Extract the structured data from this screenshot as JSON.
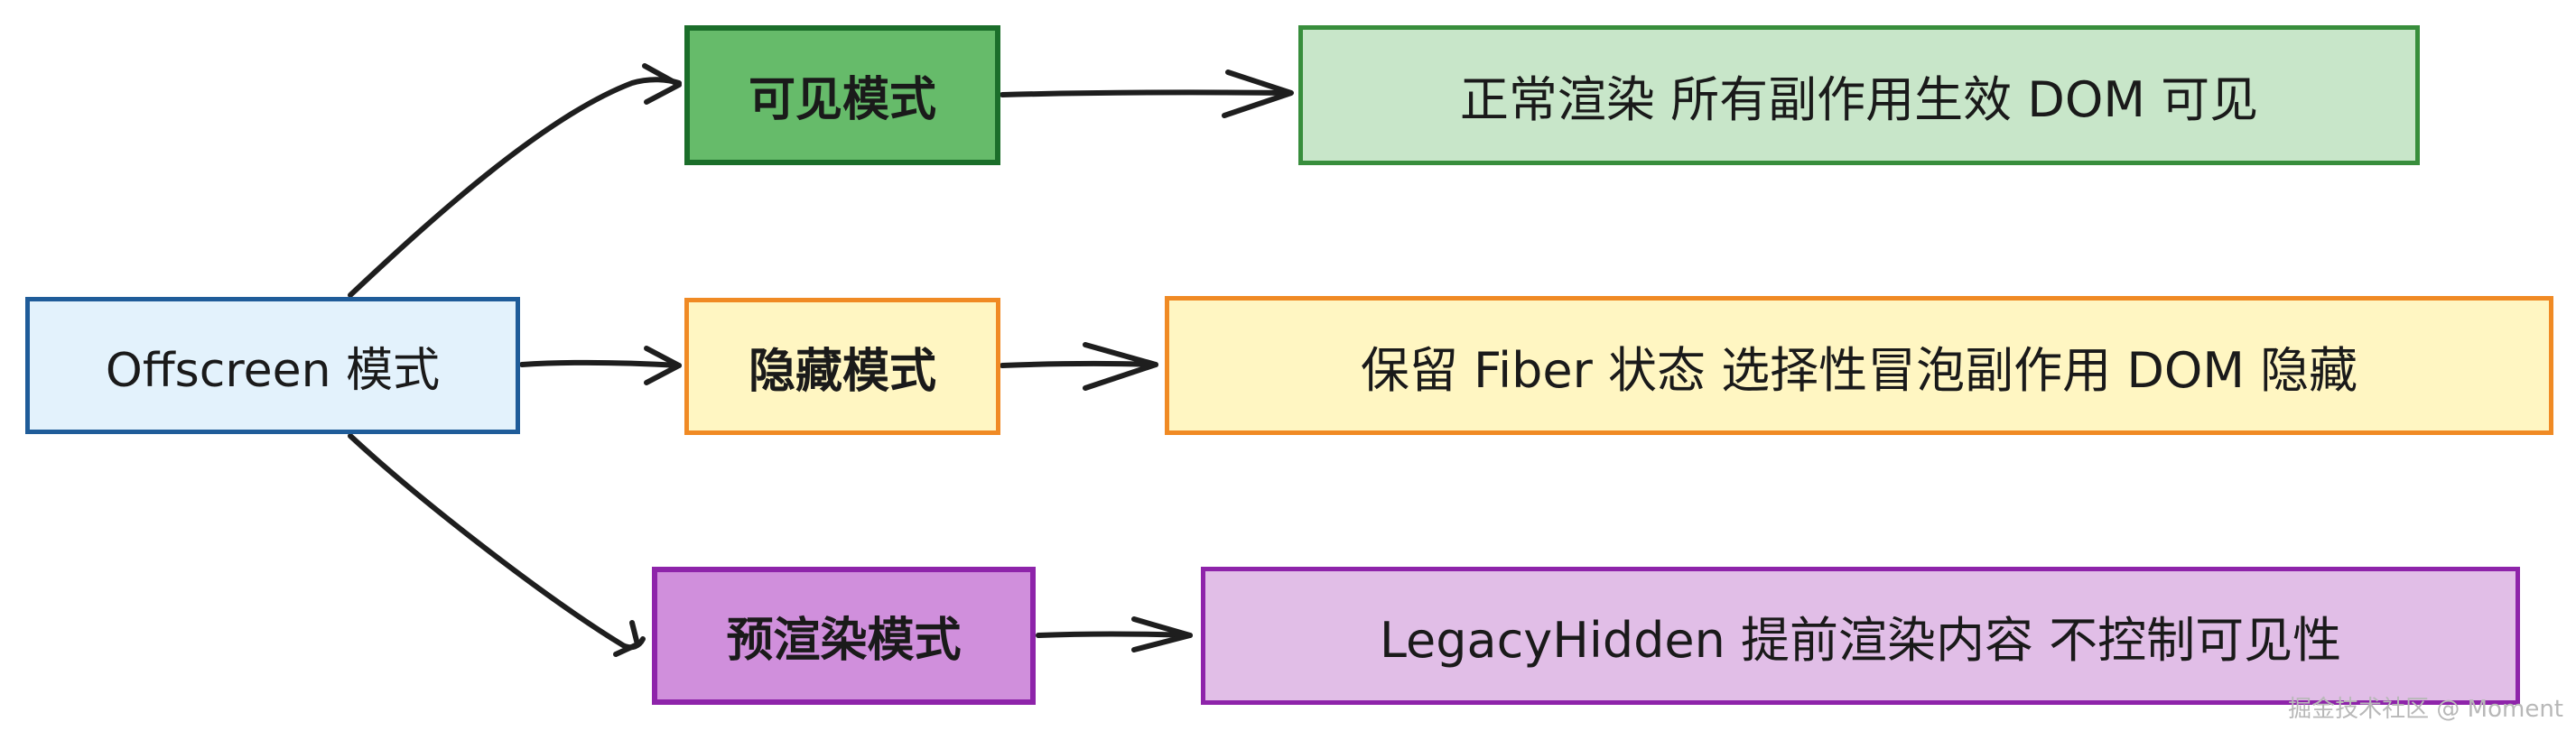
{
  "root": {
    "label": "Offscreen 模式"
  },
  "modes": {
    "visible": {
      "label": "可见模式",
      "description": "正常渲染 所有副作用生效 DOM 可见"
    },
    "hidden": {
      "label": "隐藏模式",
      "description": "保留 Fiber 状态 选择性冒泡副作用 DOM 隐藏"
    },
    "prerender": {
      "label": "预渲染模式",
      "description": "LegacyHidden 提前渲染内容 不控制可见性"
    }
  },
  "watermark": "掘金技术社区 @ Moment",
  "colors": {
    "root_fill": "#e3f2fc",
    "root_border": "#1f5c99",
    "visible_fill": "#66bb6a",
    "visible_border": "#1b6e2a",
    "visible_desc_fill": "#c8e6c9",
    "visible_desc_border": "#388e3c",
    "hidden_fill": "#fff6c2",
    "hidden_border": "#f08a24",
    "prerender_fill": "#d08fdc",
    "prerender_border": "#8e24aa",
    "prerender_desc_fill": "#e1bee7",
    "arrow": "#1e1e1e"
  }
}
